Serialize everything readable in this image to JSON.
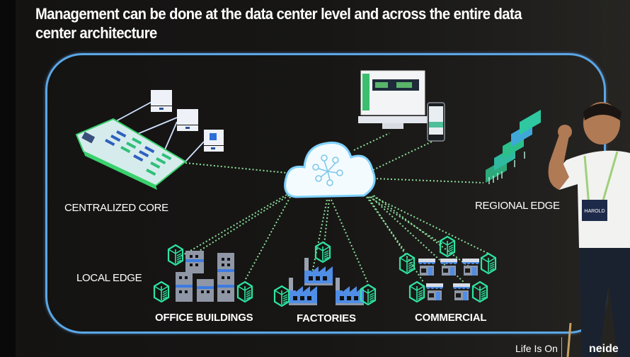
{
  "slide": {
    "title": "Management can be done at the data center level and across the entire data center architecture",
    "colors": {
      "frame": "#5aa7e6",
      "link_dots": "#8ee09a",
      "edge_icon": "#2fe3a0",
      "building_fill": "#8f97a6",
      "building_accent": "#3d7be0",
      "text": "#ffffff"
    },
    "nodes": {
      "cloud": {
        "icon": "cloud-network-icon"
      },
      "centralized_core": {
        "label": "CENTRALIZED CORE",
        "icon": "data-center-floorplan-icon",
        "monitors": 3
      },
      "regional_edge": {
        "label": "REGIONAL EDGE",
        "icon": "server-racks-icon"
      },
      "local_edge": {
        "label": "LOCAL EDGE"
      },
      "office_buildings": {
        "label": "OFFICE BUILDINGS",
        "icon": "office-buildings-icon"
      },
      "factories": {
        "label": "FACTORIES",
        "icon": "factory-icon"
      },
      "commercial": {
        "label": "COMMERCIAL",
        "icon": "storefront-icon"
      },
      "devices": {
        "icon": "desktop-and-phone-icon"
      }
    },
    "footer": {
      "tagline": "Life Is On",
      "brand_partial": "neide"
    },
    "badge": {
      "name": "HAROLD"
    }
  }
}
